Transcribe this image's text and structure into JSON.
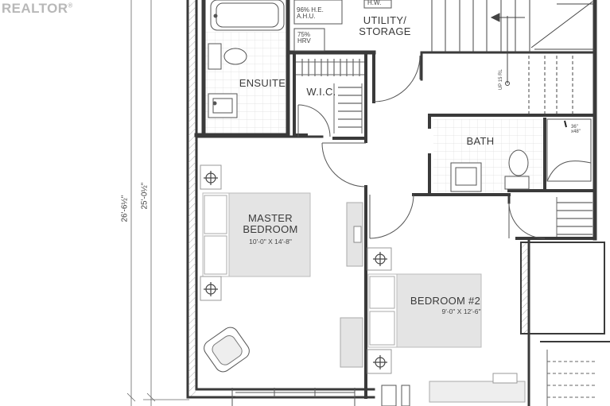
{
  "watermark": {
    "text": "REALTOR",
    "reg": "®"
  },
  "dimensions": {
    "outer": "26'-6½\"",
    "inner": "25'-0½\""
  },
  "rooms": {
    "ensuite": "ENSUITE",
    "wic": "W.I.C.",
    "utility_line1": "UTILITY/",
    "utility_line2": "STORAGE",
    "bath": "BATH",
    "master_line1": "MASTER",
    "master_line2": "BEDROOM",
    "master_dim": "10'-0\" X 14'-8\"",
    "bedroom2": "BEDROOM #2",
    "bedroom2_dim": "9'-0\" X 12'-6\""
  },
  "equipment": {
    "ahu_line1": "96% H.E.",
    "ahu_line2": "A.H.U.",
    "hw": "H.W.",
    "hrv_line1": "75%",
    "hrv_line2": "HRV",
    "shower_line1": "36\"",
    "shower_line2": "x48\"",
    "stair_note": "UP 15 RL"
  },
  "colors": {
    "wall": "#3a3a3a",
    "furniture": "#e4e4e4",
    "tile": "#dcdcdc",
    "line": "#555555"
  }
}
